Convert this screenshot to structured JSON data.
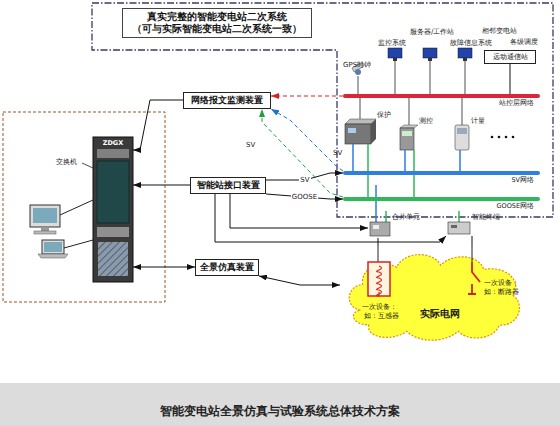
{
  "diagram": {
    "caption": "智能变电站全景仿真与试验系统总体技术方案",
    "nodes": [
      {
        "text": [
          "真实完整的智能变电站二次系统 （可与实际智能变电站二次系统一致）"
        ]
      },
      {
        "text": [
          "网络报文监测装置"
        ]
      },
      {
        "text": [
          "智能站接口装置"
        ]
      },
      {
        "text": [
          "全景仿真装置"
        ]
      },
      {
        "text": [
          "ZDGX"
        ]
      },
      {
        "text": [
          "远动通信站"
        ]
      },
      {
        "text": [
          "站控层网络"
        ]
      },
      {
        "text": [
          "SV网络"
        ]
      },
      {
        "text": [
          "GOOSE网络"
        ]
      },
      {
        "text": [
          "合并单元"
        ]
      },
      {
        "text": [
          "智能终端"
        ]
      },
      {
        "text": [
          "实际电网"
        ]
      }
    ],
    "edges": [
      {
        "from": 1,
        "to": 4,
        "arrow": "to"
      },
      {
        "from": 2,
        "to": 4,
        "arrow": "to"
      },
      {
        "from": 4,
        "to": 3,
        "arrow": "both"
      },
      {
        "from": 6,
        "to": 1,
        "arrow": "to"
      },
      {
        "from": 7,
        "to": 1,
        "arrow": "to"
      },
      {
        "from": 8,
        "to": 1,
        "arrow": "to"
      },
      {
        "from": 2,
        "to": 7,
        "label": "SV",
        "arrow": "to"
      },
      {
        "from": 2,
        "to": 8,
        "label": "GOOSE",
        "arrow": "to"
      },
      {
        "from": 2,
        "to": 9,
        "arrow": "to"
      },
      {
        "from": 2,
        "to": 10,
        "arrow": "to"
      },
      {
        "from": 3,
        "to": 11,
        "arrow": "both"
      },
      {
        "from": 9,
        "to": 11,
        "arrow": "none"
      },
      {
        "from": 10,
        "to": 11,
        "arrow": "none"
      },
      {
        "from": 5,
        "to": 6,
        "arrow": "none"
      }
    ],
    "labels": [
      "交换机",
      "GPS时钟",
      "监控系统",
      "服务器/工作站",
      "故障信息系统",
      "相邻变电站",
      "各级调度",
      "保护",
      "测控",
      "计量",
      "SV",
      "SV",
      "一次设备：",
      "如：互感器",
      "一次设备：",
      "如：断路器"
    ]
  }
}
